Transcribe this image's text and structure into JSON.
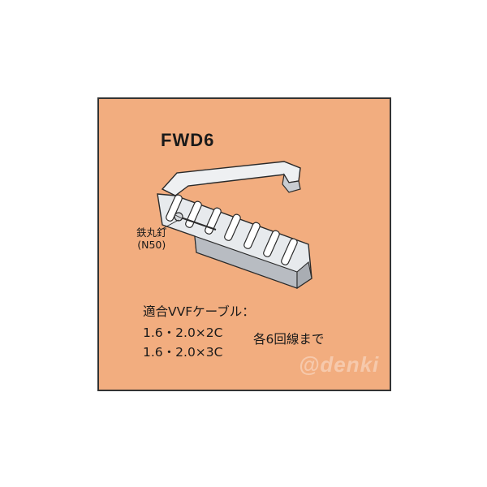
{
  "product": {
    "model": "FWD6"
  },
  "callout": {
    "line1": "鉄丸釘",
    "line2": "(N50)"
  },
  "specs": {
    "title": "適合VVFケーブル：",
    "line1": "1.6・2.0×2C",
    "line2": "1.6・2.0×3C",
    "note": "各6回線まで"
  },
  "watermark": {
    "text": "@denki"
  },
  "colors": {
    "panel_background": "#f2ad7f",
    "panel_border": "#333333",
    "part_fill": "#eef0f2",
    "part_shadow": "#b8bcc2",
    "outline": "#2a2a2a"
  }
}
